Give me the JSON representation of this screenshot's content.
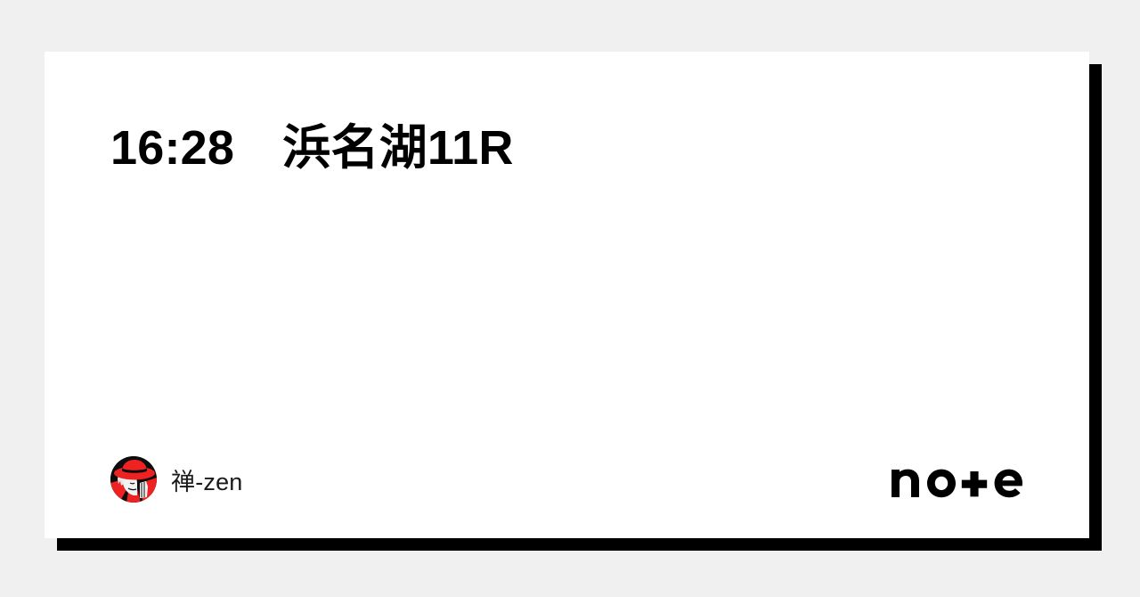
{
  "page": {
    "background_color": "#f0f0f0",
    "card_background": "#ffffff",
    "shadow_color": "#000000"
  },
  "card": {
    "title": "16:28　浜名湖11R",
    "title_color": "#000000"
  },
  "footer": {
    "author": {
      "name": "禅-zen",
      "avatar_name": "avatar-red-hat-figure",
      "avatar_colors": {
        "background": "#0d0d0d",
        "hat": "#ee2222",
        "band": "#000000",
        "face": "#f2f2f2"
      }
    },
    "brand": {
      "name": "note",
      "logo_letters": [
        "n",
        "o",
        "t",
        "e"
      ],
      "logo_color": "#000000"
    }
  }
}
